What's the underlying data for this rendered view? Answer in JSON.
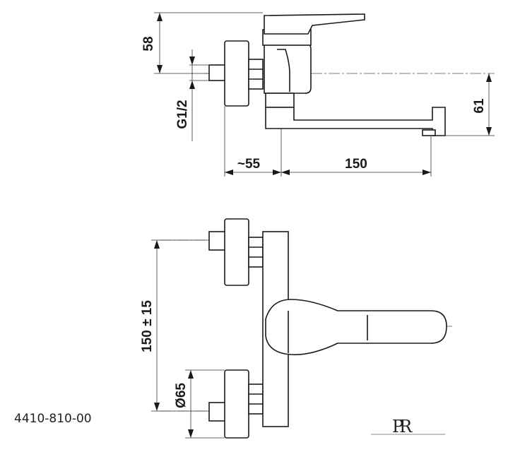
{
  "dimensions": {
    "handle_height": "58",
    "thread": "G1/2",
    "wall_offset": "~55",
    "spout_reach": "150",
    "spout_height": "61",
    "center_distance": "150 ± 15",
    "rosette_diameter": "Ø65"
  },
  "product_code": "4410-810-00",
  "logo": {
    "text": "PR"
  }
}
